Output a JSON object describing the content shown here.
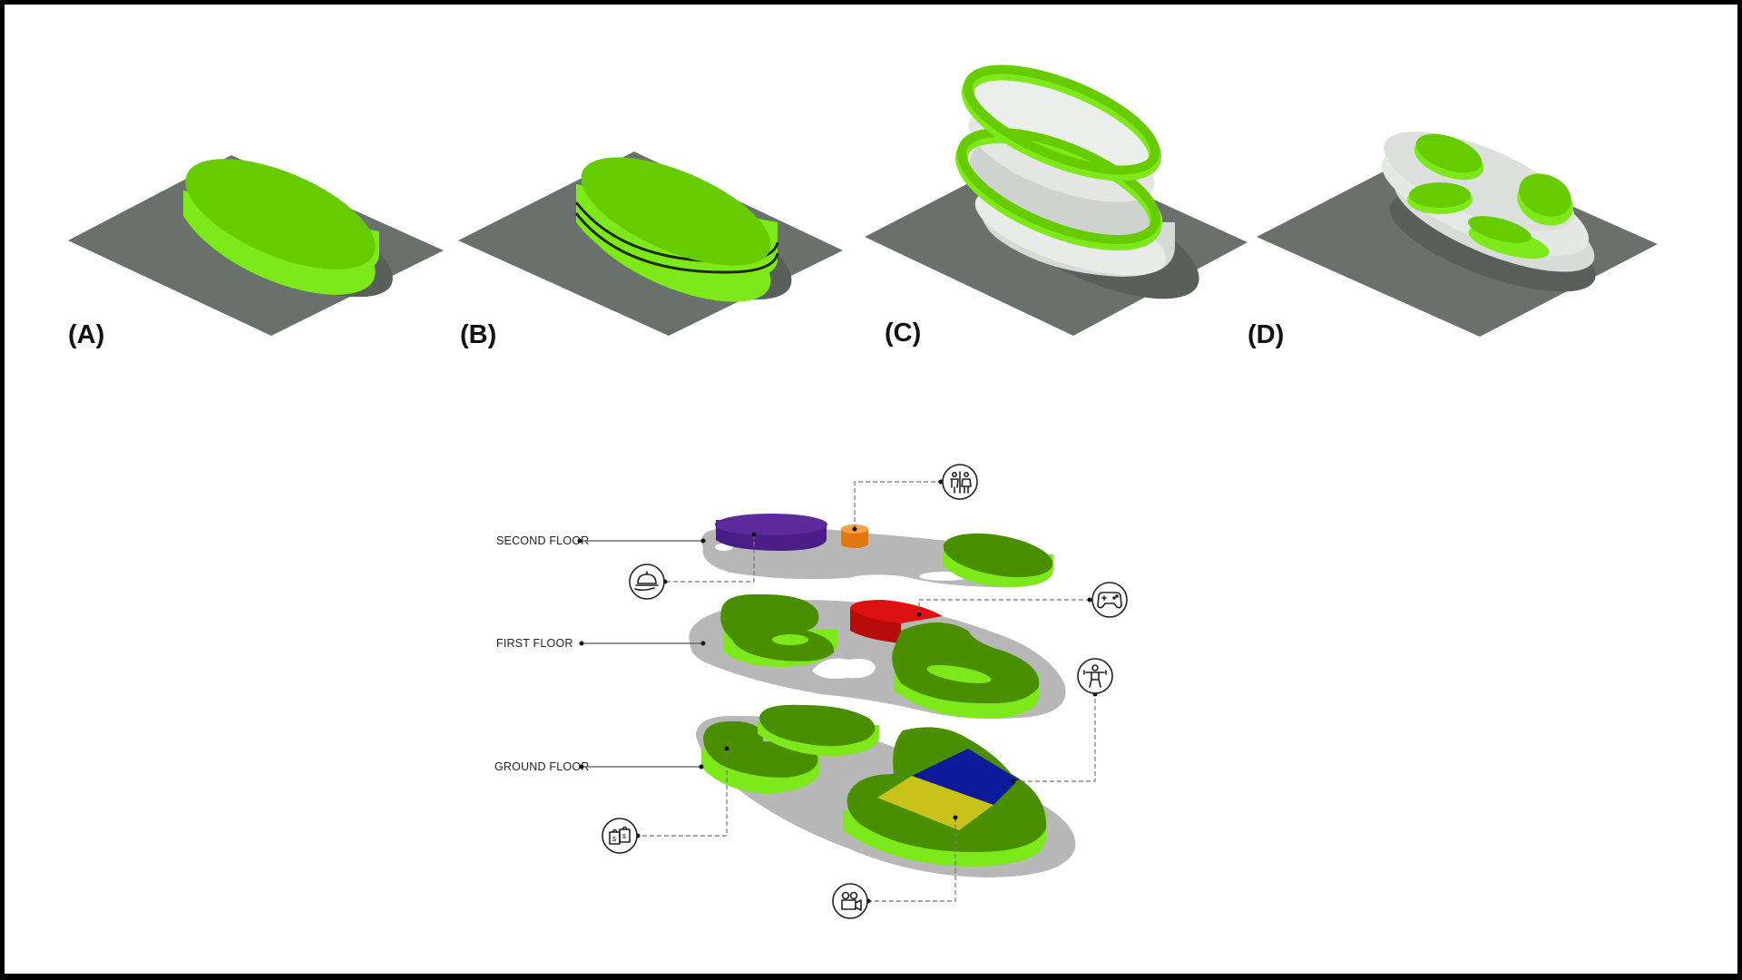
{
  "steps": [
    {
      "id": "A",
      "label": "(A)"
    },
    {
      "id": "B",
      "label": "(B)"
    },
    {
      "id": "C",
      "label": "(C)"
    },
    {
      "id": "D",
      "label": "(D)"
    }
  ],
  "floors": {
    "second": "SECOND FLOOR",
    "first": "FIRST FLOOR",
    "ground": "GROUND FLOOR"
  },
  "colors": {
    "mass_green": "#66cc00",
    "mass_green_side": "#7de81a",
    "zone_green": "#4a8f00",
    "ground_plane": "#6a706b",
    "slab_gray": "#b7b7b7",
    "white_slab": "#e6e8e6",
    "purple": "#5c2a9a",
    "orange": "#f08b1e",
    "red": "#dd1111",
    "blue": "#0d1a99",
    "yellow": "#c9c21a"
  },
  "icons": [
    "restroom-icon",
    "food-service-icon",
    "game-controller-icon",
    "fitness-icon",
    "shopping-bags-icon",
    "movie-camera-icon"
  ]
}
